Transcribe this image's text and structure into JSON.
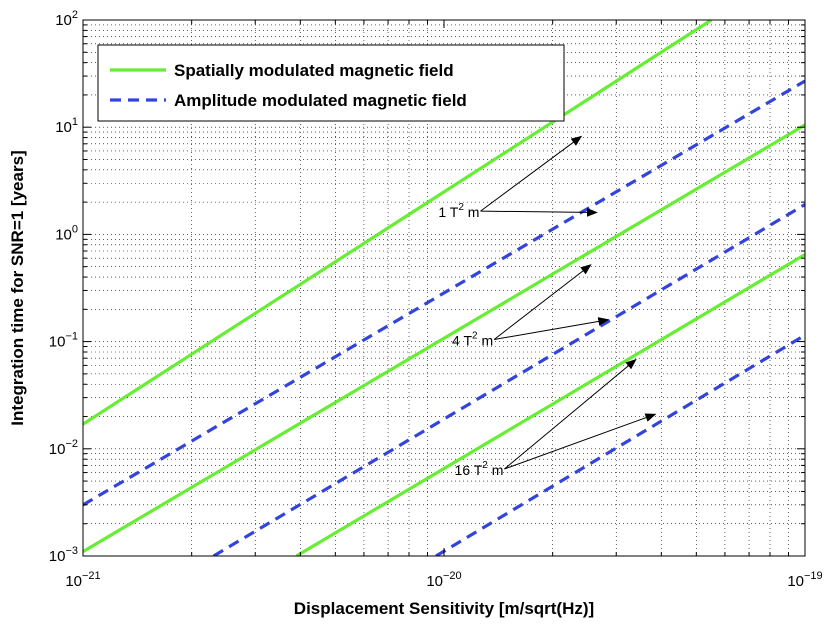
{
  "chart_data": {
    "type": "line",
    "xscale": "log",
    "yscale": "log",
    "xlim": [
      1e-21,
      1e-19
    ],
    "ylim": [
      0.001,
      100
    ],
    "grid": true,
    "xlabel": "Displacement Sensitivity [m/sqrt(Hz)]",
    "ylabel": "Integration time for SNR=1 [years]",
    "x_ticks": [
      {
        "value": 1e-21,
        "base": "10",
        "exp": "−21"
      },
      {
        "value": 1e-20,
        "base": "10",
        "exp": "−20"
      },
      {
        "value": 1e-19,
        "base": "10",
        "exp": "−19"
      }
    ],
    "y_ticks": [
      {
        "value": 0.001,
        "base": "10",
        "exp": "−3"
      },
      {
        "value": 0.01,
        "base": "10",
        "exp": "−2"
      },
      {
        "value": 0.1,
        "base": "10",
        "exp": "−1"
      },
      {
        "value": 1,
        "base": "10",
        "exp": "0"
      },
      {
        "value": 10,
        "base": "10",
        "exp": "1"
      },
      {
        "value": 100,
        "base": "10",
        "exp": "2"
      }
    ],
    "legend_position": "top-left",
    "legend": [
      {
        "label": "Spatially modulated magnetic field",
        "style": "solid",
        "color": "#66ee33"
      },
      {
        "label": "Amplitude modulated magnetic field",
        "style": "dashed",
        "color": "#3344dd"
      }
    ],
    "series": [
      {
        "group": "1 T2 m",
        "style": "solid",
        "color": "#66ee33",
        "x": [
          1e-21,
          5.5e-20
        ],
        "y": [
          0.017,
          100
        ]
      },
      {
        "group": "1 T2 m",
        "style": "dashed",
        "color": "#3344dd",
        "x": [
          1e-21,
          1e-19
        ],
        "y": [
          0.003,
          27
        ]
      },
      {
        "group": "4 T2 m",
        "style": "solid",
        "color": "#66ee33",
        "x": [
          1e-21,
          1e-19
        ],
        "y": [
          0.0011,
          10.5
        ]
      },
      {
        "group": "4 T2 m",
        "style": "dashed",
        "color": "#3344dd",
        "x": [
          2.3e-21,
          1e-19
        ],
        "y": [
          0.001,
          1.9
        ]
      },
      {
        "group": "16 T2 m",
        "style": "solid",
        "color": "#66ee33",
        "x": [
          3.9e-21,
          1e-19
        ],
        "y": [
          0.001,
          0.65
        ]
      },
      {
        "group": "16 T2 m",
        "style": "dashed",
        "color": "#3344dd",
        "x": [
          9.5e-21,
          1e-19
        ],
        "y": [
          0.001,
          0.115
        ]
      }
    ],
    "annotations": [
      {
        "label": "1 T",
        "sup": "2",
        "suffix": " m",
        "text_at": [
          1.1e-20,
          1.45
        ],
        "arrows_to": [
          [
            2.4e-20,
            8.2
          ],
          [
            2.65e-20,
            1.6
          ]
        ]
      },
      {
        "label": "4 T",
        "sup": "2",
        "suffix": " m",
        "text_at": [
          1.2e-20,
          0.092
        ],
        "arrows_to": [
          [
            2.55e-20,
            0.52
          ],
          [
            2.85e-20,
            0.16
          ]
        ]
      },
      {
        "label": "16 T",
        "sup": "2",
        "suffix": " m",
        "text_at": [
          1.25e-20,
          0.0057
        ],
        "arrows_to": [
          [
            3.4e-20,
            0.068
          ],
          [
            3.85e-20,
            0.021
          ]
        ]
      }
    ]
  }
}
